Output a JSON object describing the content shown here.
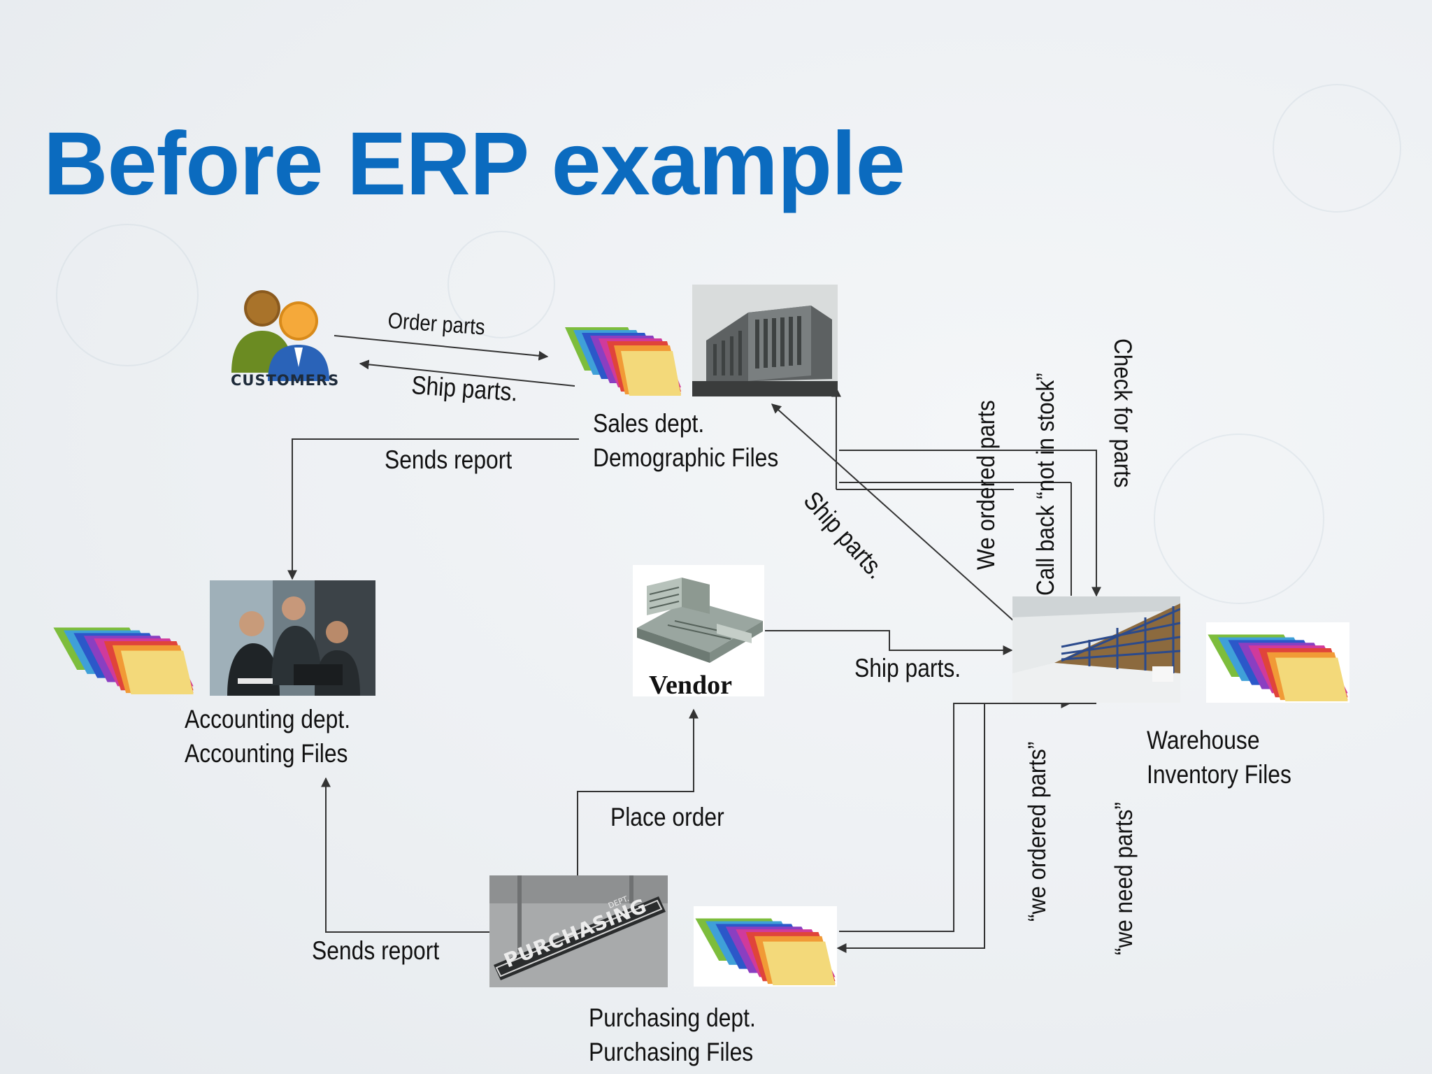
{
  "slide": {
    "title": "Before ERP example"
  },
  "nodes": {
    "customers": {
      "label": "CUSTOMERS"
    },
    "sales": {
      "line1": "Sales dept.",
      "line2": "Demographic Files"
    },
    "accounting": {
      "line1": "Accounting dept.",
      "line2": "Accounting Files"
    },
    "vendor": {
      "label": "Vendor"
    },
    "warehouse": {
      "line1": "Warehouse",
      "line2": "Inventory Files"
    },
    "purchasing": {
      "line1": "Purchasing dept.",
      "line2": "Purchasing Files",
      "sign": "PURCHASING",
      "sign_small": "DEPT."
    }
  },
  "flows": {
    "order_parts": "Order parts",
    "ship_parts_to_customers": "Ship parts.",
    "sales_sends_report": "Sends report",
    "warehouse_ship_parts": "Ship parts.",
    "we_ordered_parts": "We ordered parts",
    "call_back": "Call back “not in stock”",
    "check_for_parts": "Check for parts",
    "vendor_ship_parts": "Ship parts.",
    "place_order": "Place order",
    "purchasing_sends_report": "Sends report",
    "quote_we_ordered_parts": "“we ordered parts”",
    "quote_we_need_parts": "“we need parts”"
  },
  "colors": {
    "title": "#0b6bbf",
    "line": "#333333"
  },
  "icons": [
    "customers-icon",
    "file-folders-icon",
    "office-building-photo",
    "meeting-photo",
    "factory-icon",
    "warehouse-photo",
    "purchasing-sign-photo"
  ]
}
